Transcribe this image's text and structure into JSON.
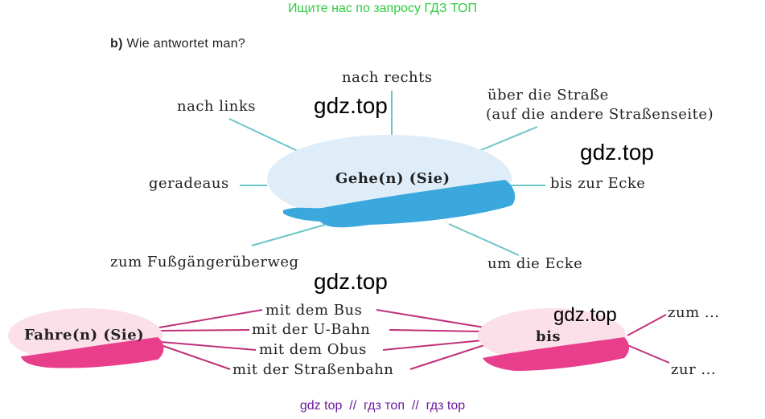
{
  "banner": "Ищите нас по запросу ГДЗ ТОП",
  "task": {
    "prefix": "b)",
    "text": "Wie antwortet man?"
  },
  "cluster1": {
    "center": "Gehe(n) (Sie)",
    "branches": {
      "nach_rechts": "nach rechts",
      "nach_links": "nach links",
      "ueber_line1": "über die Straße",
      "ueber_line2": "(auf die andere Straßenseite)",
      "geradeaus": "geradeaus",
      "bis_zur_ecke": "bis zur Ecke",
      "fussgaenger": "zum Fußgängerüberweg",
      "um_die_ecke": "um die Ecke"
    }
  },
  "cluster2": {
    "left": "Fahre(n) (Sie)",
    "middle": [
      "mit dem Bus",
      "mit der U-Bahn",
      "mit dem Obus",
      "mit der Straßenbahn"
    ],
    "right": "bis",
    "ends": [
      "zum ...",
      "zur ..."
    ]
  },
  "watermarks": [
    "gdz.top",
    "gdz.top",
    "gdz.top",
    "gdz.top"
  ],
  "footer": "gdz top  //  гдз топ  //  гдз top",
  "colors": {
    "banner": "#2ecc40",
    "blue_line": "#6cc5c5",
    "pink_line": "#c0307a",
    "blue_brush": "#3aa8dc",
    "pink_brush": "#e83e8c",
    "footer": "#6a1b9a"
  }
}
